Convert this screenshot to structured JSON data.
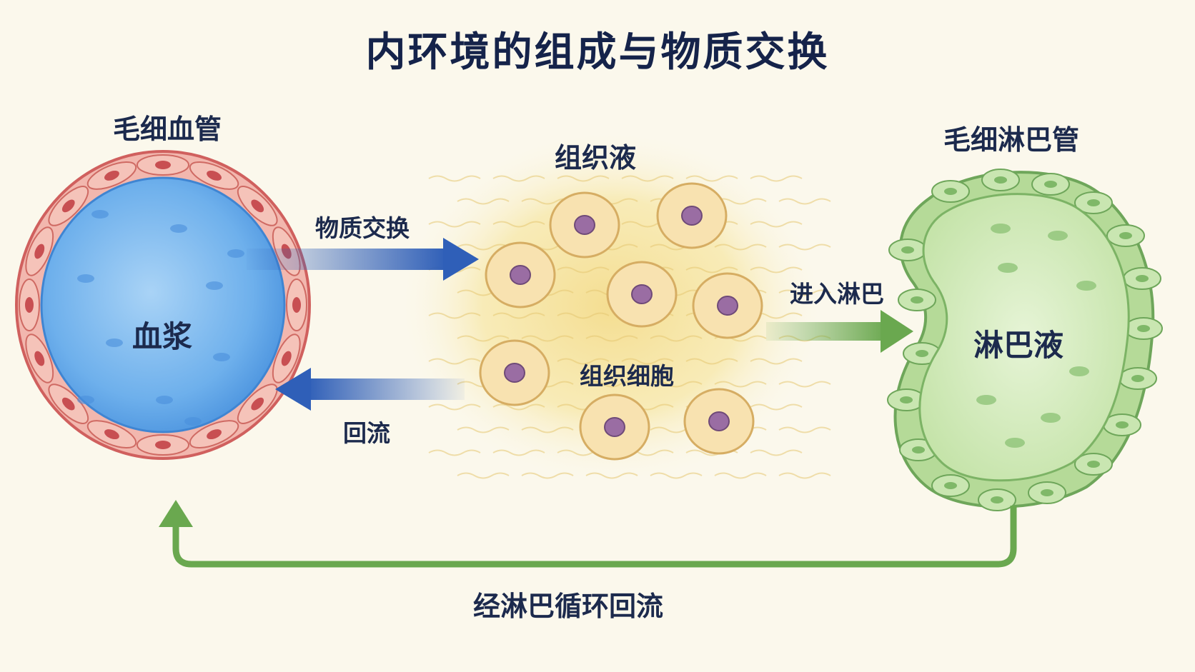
{
  "title": "内环境的组成与物质交换",
  "capillary": {
    "label": "毛细血管",
    "content": "血浆"
  },
  "tissue_fluid": {
    "label": "组织液",
    "cells_label": "组织细胞"
  },
  "lymph_capillary": {
    "label": "毛细淋巴管",
    "content": "淋巴液"
  },
  "arrows": {
    "plasma_to_tissue": "物质交换",
    "tissue_to_plasma": "回流",
    "tissue_to_lymph": "进入淋巴",
    "lymph_to_blood": "经淋巴循环回流"
  },
  "colors": {
    "plasma_blue": "#5fa6e6",
    "vessel_wall": "#e88f8f",
    "tissue_yellow": "#f6e199",
    "cell_fill": "#f8e2b0",
    "nucleus": "#9a6da3",
    "lymph_green": "#a9d38a",
    "arrow_blue": "#2f5fb8",
    "arrow_green": "#6aa84f",
    "text_navy": "#1c2a4d"
  }
}
